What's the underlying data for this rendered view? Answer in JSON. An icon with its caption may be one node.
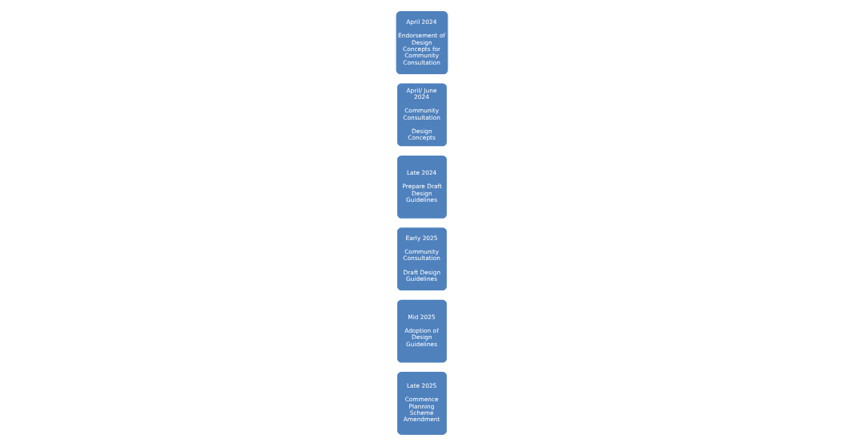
{
  "diagram": {
    "nodes": [
      {
        "text": [
          "April 2024",
          "Endorsement of Design Concepts for Community Consultation"
        ]
      },
      {
        "text": [
          "April/ June 2024",
          "Community Consultation",
          "Design Concepts"
        ]
      },
      {
        "text": [
          "Late 2024",
          "Prepare Draft Design Guidelines"
        ]
      },
      {
        "text": [
          "Early 2025",
          "Community Consultation",
          "Draft Design Guidelines"
        ]
      },
      {
        "text": [
          "Mid 2025",
          "Adoption of Design Guidelines"
        ]
      },
      {
        "text": [
          "Late 2025",
          "Commence Planning Scheme Amendment"
        ]
      }
    ]
  }
}
